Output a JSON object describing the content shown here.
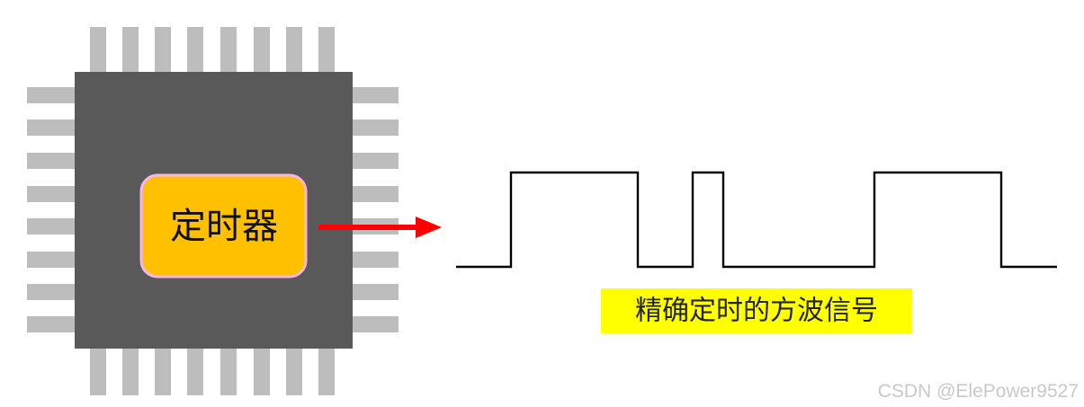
{
  "chip": {
    "timer_label": "定时器",
    "colors": {
      "body": "#595959",
      "pins": "#bdbdbd",
      "timer_fill": "#ffc000",
      "timer_border": "#f4b6e6"
    }
  },
  "arrow": {
    "color": "#ff0000"
  },
  "waveform": {
    "caption": "精确定时的方波信号",
    "caption_highlight": "#ffff00",
    "levels": [
      0,
      1,
      0,
      1,
      0,
      1,
      0
    ]
  },
  "watermark": {
    "text": "CSDN @ElePower9527"
  }
}
